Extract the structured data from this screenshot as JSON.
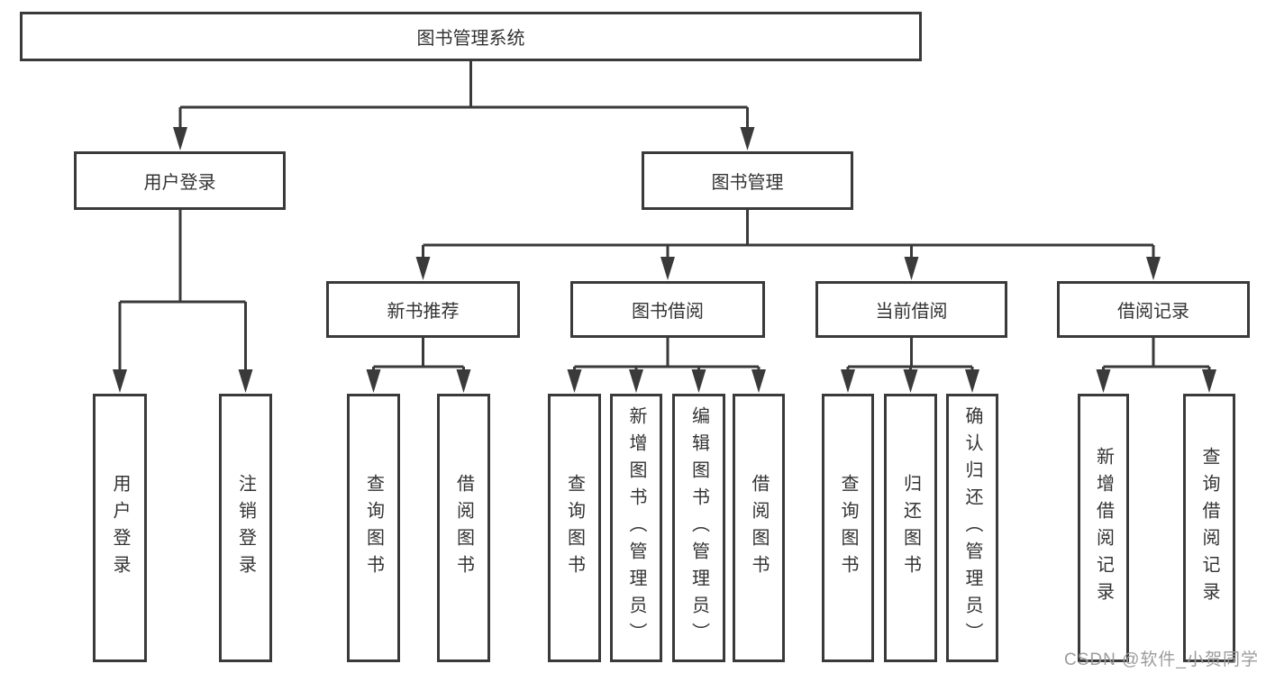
{
  "root": {
    "label": "图书管理系统"
  },
  "level2": {
    "user_login": {
      "label": "用户登录"
    },
    "book_management": {
      "label": "图书管理"
    }
  },
  "level3": {
    "new_book_recommend": {
      "label": "新书推荐"
    },
    "book_borrow": {
      "label": "图书借阅"
    },
    "current_borrow": {
      "label": "当前借阅"
    },
    "borrow_record": {
      "label": "借阅记录"
    }
  },
  "leaves": {
    "user_login": [
      "用户登录",
      "注销登录"
    ],
    "new_book_recommend": [
      "查询图书",
      "借阅图书"
    ],
    "book_borrow": [
      "查询图书",
      "新增图书（管理员）",
      "编辑图书（管理员）",
      "借阅图书"
    ],
    "current_borrow": [
      "查询图书",
      "归还图书",
      "确认归还（管理员）"
    ],
    "borrow_record": [
      "新增借阅记录",
      "查询借阅记录"
    ]
  },
  "watermark": {
    "text": "CSDN @软件_小贺同学",
    "color": "#9c9c9c"
  },
  "colors": {
    "line": "#3a3a3a",
    "text": "#333333",
    "background": "#ffffff"
  }
}
